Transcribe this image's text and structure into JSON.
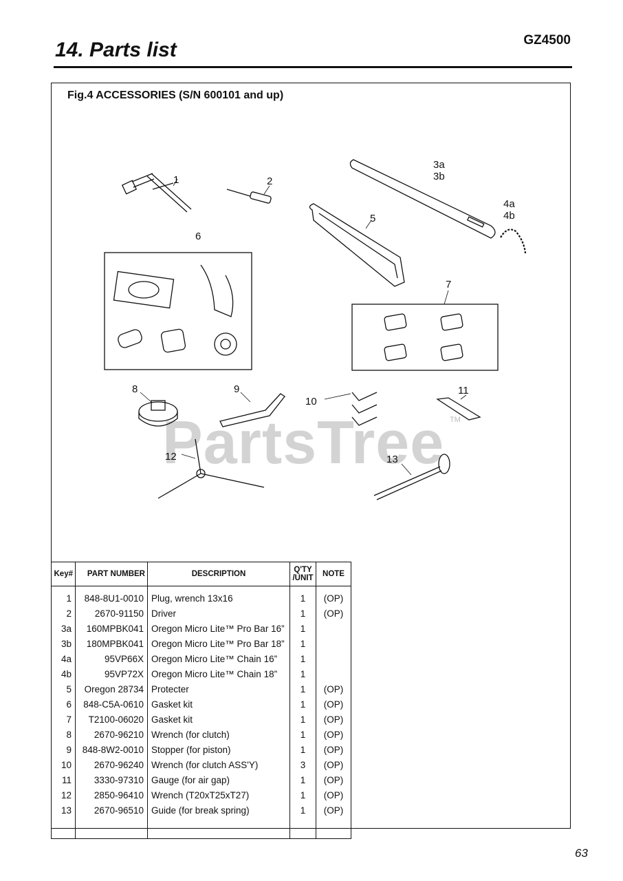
{
  "header": {
    "section_title": "14. Parts list",
    "model": "GZ4500"
  },
  "figure": {
    "title": "Fig.4 ACCESSORIES (S/N 600101 and up)",
    "callouts": [
      "1",
      "2",
      "3a",
      "3b",
      "4a",
      "4b",
      "5",
      "6",
      "7",
      "8",
      "9",
      "10",
      "11",
      "12",
      "13"
    ],
    "watermark": "PartsTree",
    "watermark_tm": "TM"
  },
  "table": {
    "headers": {
      "key": "Key#",
      "part_number": "PART NUMBER",
      "description": "DESCRIPTION",
      "qty_line1": "Q'TY",
      "qty_line2": "/UNIT",
      "note": "NOTE"
    },
    "rows": [
      {
        "key": "1",
        "part_number": "848-8U1-0010",
        "description": "Plug, wrench 13x16",
        "qty": "1",
        "note": "(OP)"
      },
      {
        "key": "2",
        "part_number": "2670-91150",
        "description": "Driver",
        "qty": "1",
        "note": "(OP)"
      },
      {
        "key": "3a",
        "part_number": "160MPBK041",
        "description": "Oregon Micro Lite™ Pro Bar 16”",
        "qty": "1",
        "note": ""
      },
      {
        "key": "3b",
        "part_number": "180MPBK041",
        "description": "Oregon Micro Lite™ Pro Bar 18”",
        "qty": "1",
        "note": ""
      },
      {
        "key": "4a",
        "part_number": "95VP66X",
        "description": "Oregon Micro Lite™ Chain 16”",
        "qty": "1",
        "note": ""
      },
      {
        "key": "4b",
        "part_number": "95VP72X",
        "description": "Oregon Micro Lite™ Chain 18”",
        "qty": "1",
        "note": ""
      },
      {
        "key": "5",
        "part_number": "Oregon 28734",
        "description": "Protecter",
        "qty": "1",
        "note": "(OP)"
      },
      {
        "key": "6",
        "part_number": "848-C5A-0610",
        "description": "Gasket kit",
        "qty": "1",
        "note": "(OP)"
      },
      {
        "key": "7",
        "part_number": "T2100-06020",
        "description": "Gasket kit",
        "qty": "1",
        "note": "(OP)"
      },
      {
        "key": "8",
        "part_number": "2670-96210",
        "description": "Wrench (for clutch)",
        "qty": "1",
        "note": "(OP)"
      },
      {
        "key": "9",
        "part_number": "848-8W2-0010",
        "description": "Stopper (for piston)",
        "qty": "1",
        "note": "(OP)"
      },
      {
        "key": "10",
        "part_number": "2670-96240",
        "description": "Wrench (for clutch ASS'Y)",
        "qty": "3",
        "note": "(OP)"
      },
      {
        "key": "11",
        "part_number": "3330-97310",
        "description": "Gauge (for air gap)",
        "qty": "1",
        "note": "(OP)"
      },
      {
        "key": "12",
        "part_number": "2850-96410",
        "description": "Wrench (T20xT25xT27)",
        "qty": "1",
        "note": "(OP)"
      },
      {
        "key": "13",
        "part_number": "2670-96510",
        "description": "Guide (for break spring)",
        "qty": "1",
        "note": "(OP)"
      }
    ]
  },
  "footer": {
    "page_number": "63"
  }
}
